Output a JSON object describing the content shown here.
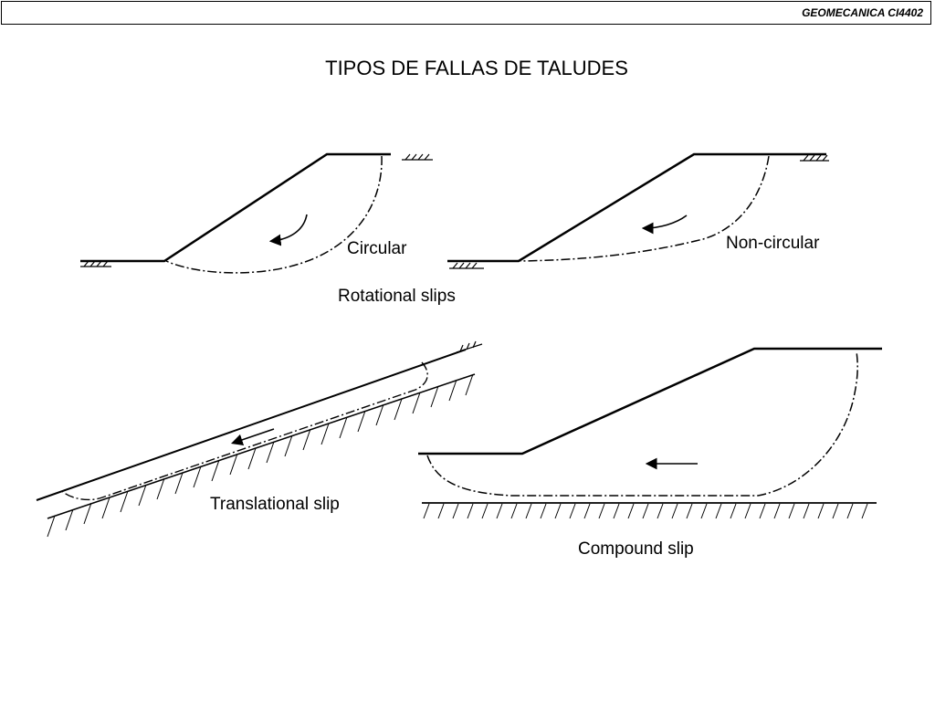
{
  "header": {
    "course_code": "GEOMECANICA CI4402"
  },
  "title": "TIPOS DE FALLAS DE TALUDES",
  "labels": {
    "circular": "Circular",
    "non_circular": "Non-circular",
    "rotational_slips": "Rotational slips",
    "translational_slip": "Translational slip",
    "compound_slip": "Compound slip"
  },
  "colors": {
    "ink": "#000000",
    "background": "#ffffff"
  }
}
